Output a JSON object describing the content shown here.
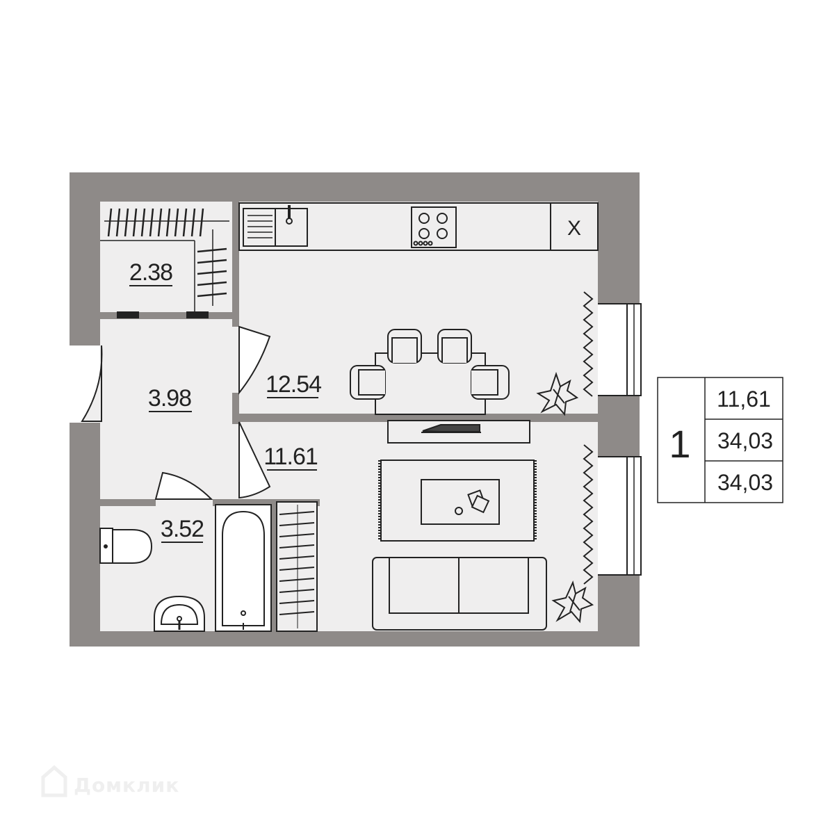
{
  "rooms": {
    "wardrobe": {
      "area": "2.38"
    },
    "hall": {
      "area": "3.98"
    },
    "kitchen": {
      "area": "12.54"
    },
    "living": {
      "area": "11.61"
    },
    "bathroom": {
      "area": "3.52"
    }
  },
  "kitchen_fixture": {
    "label": "X"
  },
  "summary": {
    "rooms_count": "1",
    "living_area": "11,61",
    "total_area": "34,03",
    "total_area_2": "34,03"
  },
  "watermark": {
    "text": "Домклик"
  },
  "colors": {
    "wall": "#8e8a88",
    "floor": "#efeeee",
    "line": "#222222"
  }
}
